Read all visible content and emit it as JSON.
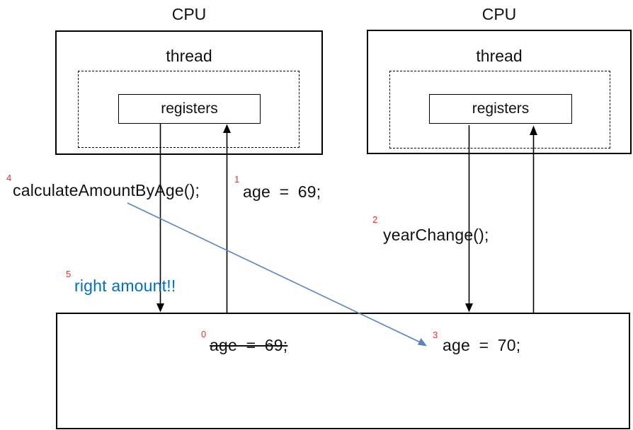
{
  "diagram": {
    "cpu_label": "CPU",
    "thread_label": "thread",
    "registers_label": "registers"
  },
  "annotations": {
    "step0": {
      "num": "0",
      "label": "age = 69;"
    },
    "step1": {
      "num": "1",
      "label": "age = 69;"
    },
    "step2": {
      "num": "2",
      "label": "yearChange();"
    },
    "step3": {
      "num": "3",
      "label": "age = 70;"
    },
    "step4": {
      "num": "4",
      "label": "calculateAmountByAge();"
    },
    "step5": {
      "num": "5",
      "label": "right amount!!"
    }
  },
  "colors": {
    "step_number_red": "#e53328",
    "highlight_text_blue": "#0070c0",
    "pointer_arrow_blue": "#5585c2",
    "line_black": "#000000"
  }
}
